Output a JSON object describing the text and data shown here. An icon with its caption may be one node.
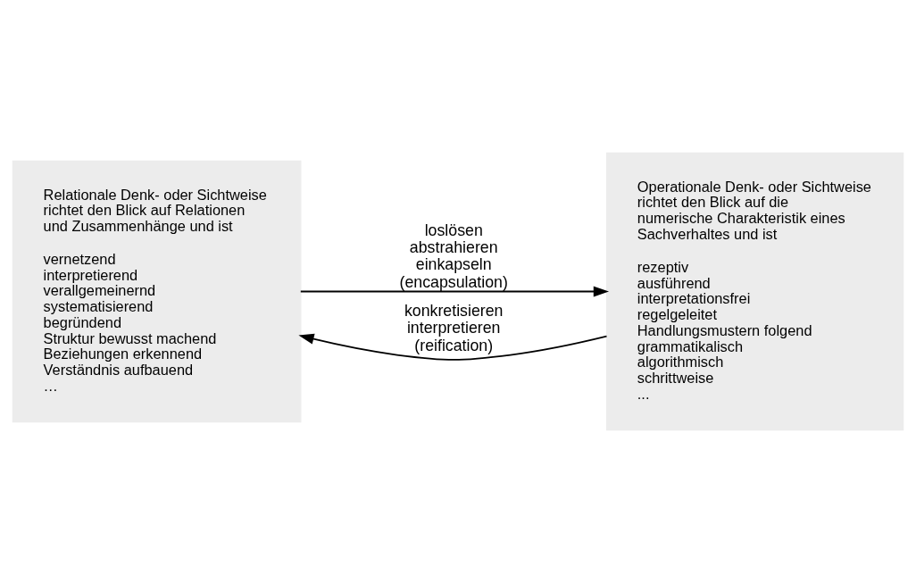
{
  "diagram": {
    "nodes": [
      {
        "text": [
          "Relationale Denk- oder Sichtweise richtet den Blick auf Relationen und Zusammenhänge und ist",
          "vernetzend",
          "interpretierend",
          "verallgemeinernd",
          "systematisierend",
          "begründend",
          "Struktur bewusst machend",
          "Beziehungen erkennend",
          "Verständnis aufbauend",
          "…"
        ]
      },
      {
        "text": [
          "Operationale Denk- oder Sichtweise richtet den Blick auf die numerische Charakteristik eines Sachverhaltes und ist",
          "rezeptiv",
          "ausführend",
          "interpretationsfrei",
          "regelgeleitet",
          "Handlungsmustern folgend",
          "grammatikalisch",
          "algorithmisch",
          "schrittweise",
          "..."
        ]
      }
    ],
    "edges": [
      {
        "from": 0,
        "to": 1,
        "arrow": "to",
        "label": "loslösen abstrahieren einkapseln (encapsulation)"
      },
      {
        "from": 1,
        "to": 0,
        "arrow": "to",
        "label": "konkretisieren interpretieren (reification)"
      }
    ]
  }
}
